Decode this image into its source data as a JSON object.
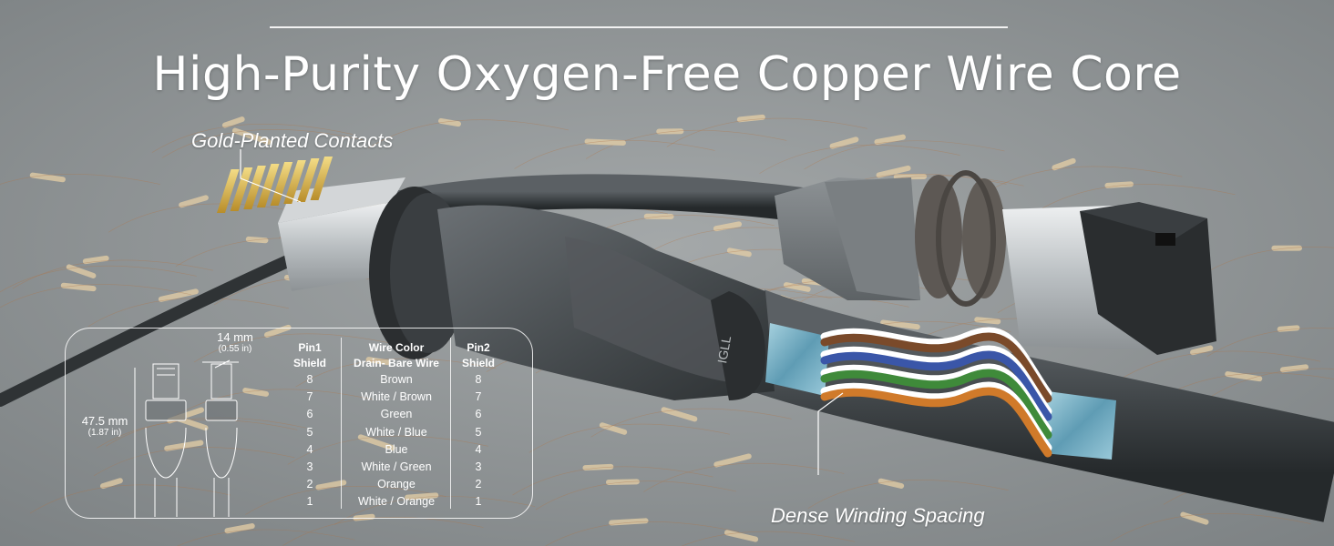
{
  "banner": {
    "title": "High-Purity Oxygen-Free Copper Wire Core"
  },
  "callouts": {
    "gold_contacts": "Gold-Planted Contacts",
    "dense_winding": "Dense Winding Spacing"
  },
  "cable_print": "IGLL",
  "spec": {
    "width_dim": {
      "main": "14 mm",
      "sub": "(0.55 in)"
    },
    "height_dim": {
      "main": "47.5 mm",
      "sub": "(1.87 in)"
    },
    "pin1_header": [
      "Pin1",
      "Shield"
    ],
    "color_header": [
      "Wire Color",
      "Drain- Bare Wire"
    ],
    "pin2_header": [
      "Pin2",
      "Shield"
    ],
    "rows": [
      {
        "pin1": "8",
        "color": "Brown",
        "pin2": "8"
      },
      {
        "pin1": "7",
        "color": "White / Brown",
        "pin2": "7"
      },
      {
        "pin1": "6",
        "color": "Green",
        "pin2": "6"
      },
      {
        "pin1": "5",
        "color": "White / Blue",
        "pin2": "5"
      },
      {
        "pin1": "4",
        "color": "Blue",
        "pin2": "4"
      },
      {
        "pin1": "3",
        "color": "White / Green",
        "pin2": "3"
      },
      {
        "pin1": "2",
        "color": "Orange",
        "pin2": "2"
      },
      {
        "pin1": "1",
        "color": "White / Orange",
        "pin2": "1"
      }
    ]
  },
  "colors": {
    "background": "#8c9091",
    "cable_jacket": "#3d4144",
    "connector_metal": "#c9cdd0",
    "gold": "#d9b64a",
    "foil": "#7fb3c7",
    "copper": "#b8743e"
  }
}
